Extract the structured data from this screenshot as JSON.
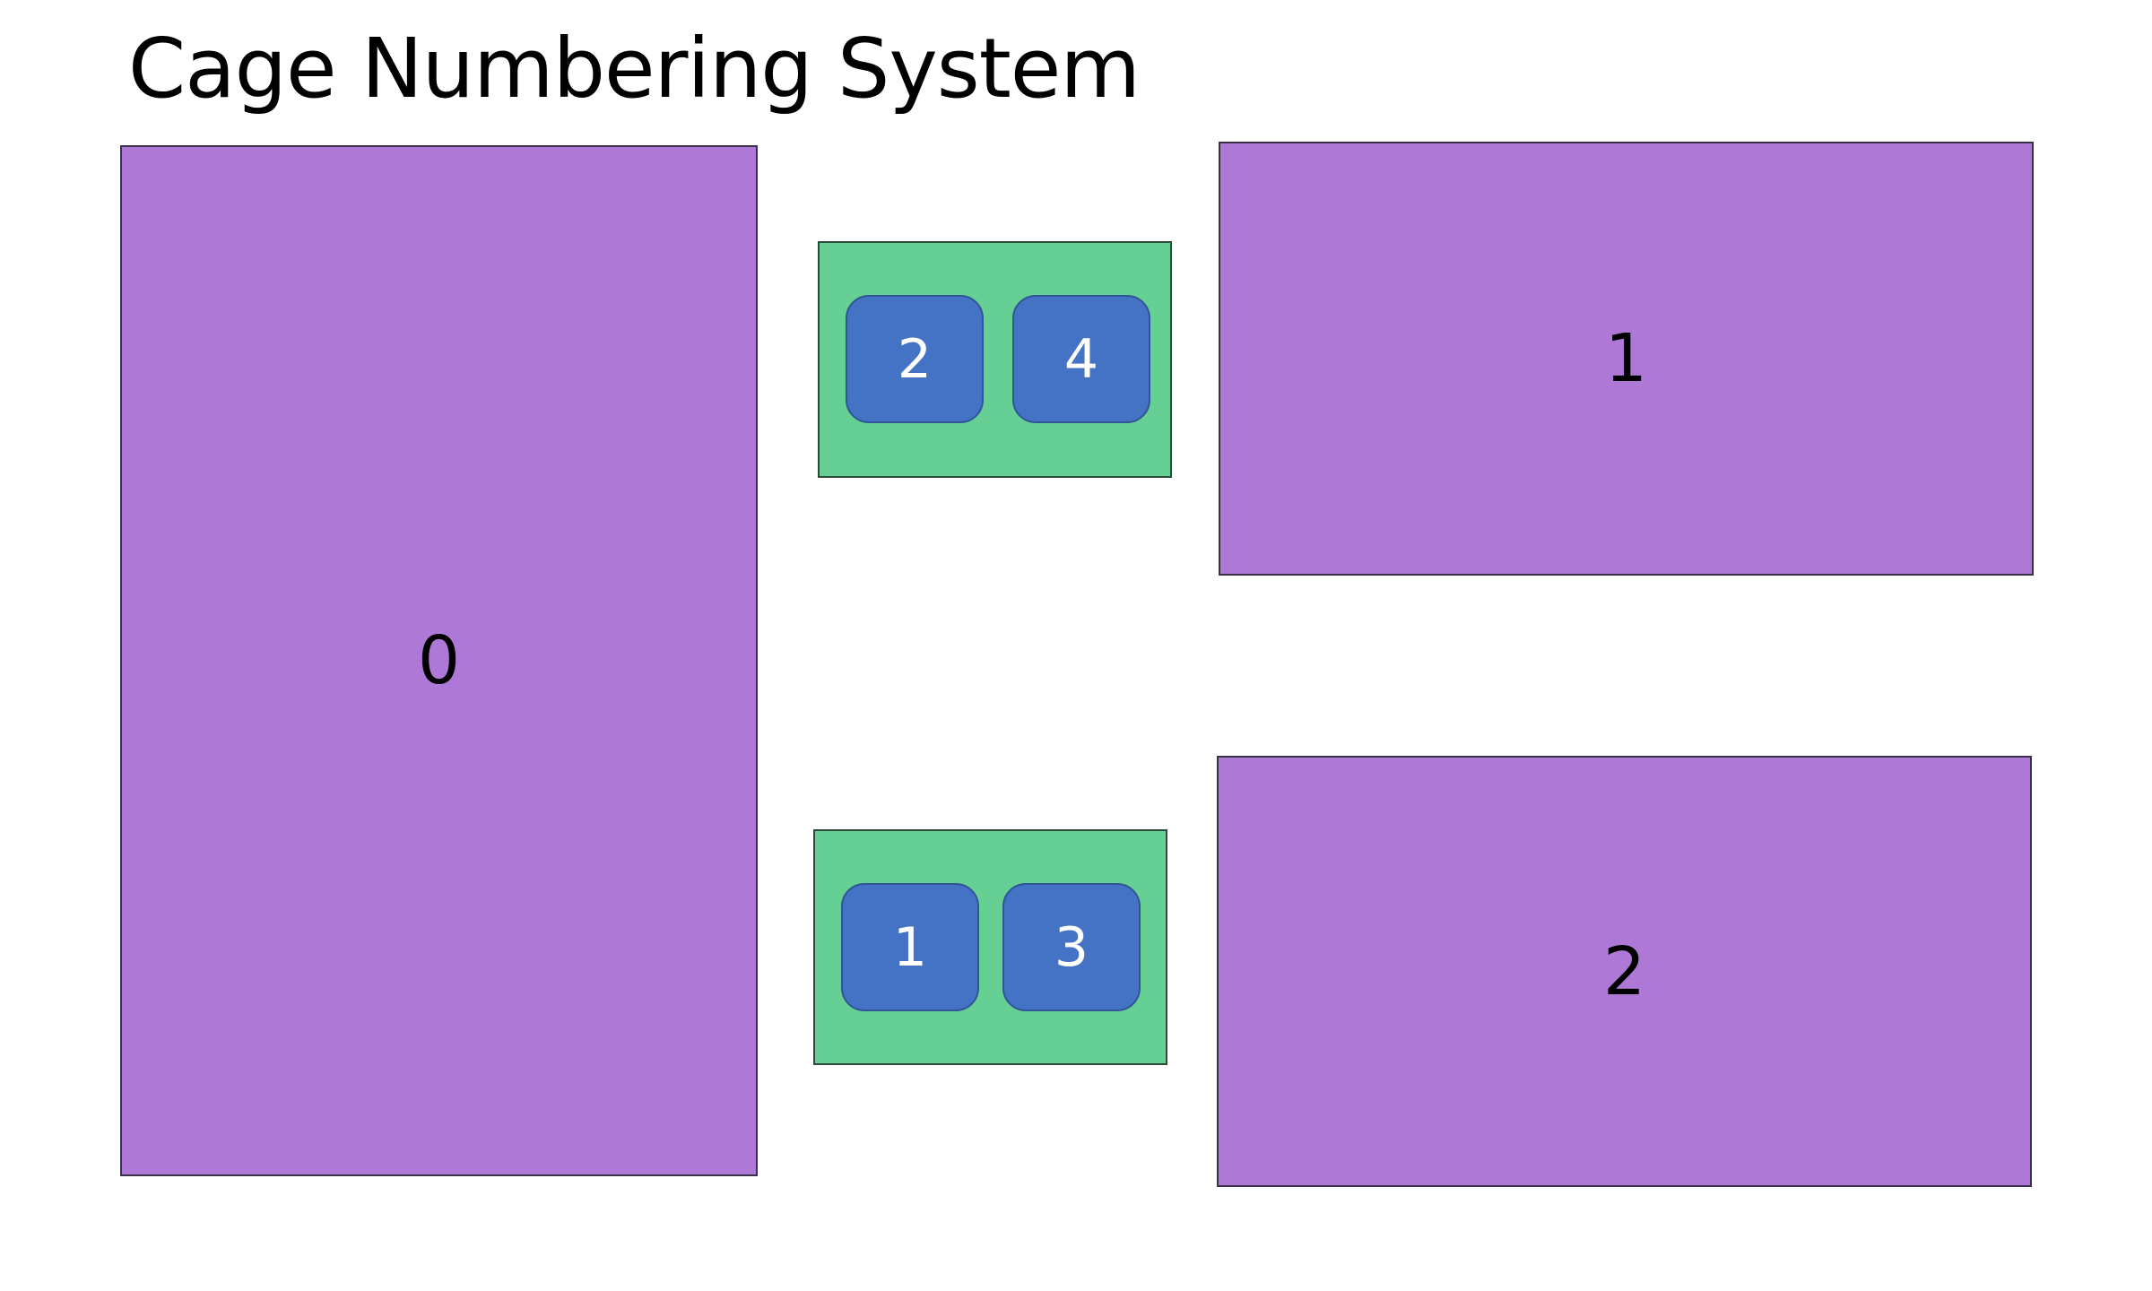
{
  "title": "Cage Numbering System",
  "colors": {
    "cage_fill": "#ad78d6",
    "rack_fill": "#66d094",
    "slot_fill": "#4472c4",
    "slot_text": "#ffffff",
    "label_text": "#000000"
  },
  "cages": [
    {
      "label": "0"
    },
    {
      "label": "1"
    },
    {
      "label": "2"
    }
  ],
  "racks": {
    "top": {
      "slots": [
        "2",
        "4"
      ]
    },
    "bottom": {
      "slots": [
        "1",
        "3"
      ]
    }
  }
}
